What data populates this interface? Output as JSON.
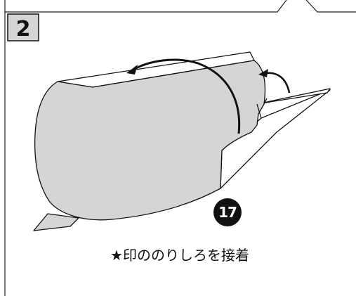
{
  "step": {
    "number": "2"
  },
  "part": {
    "number": "17"
  },
  "caption": {
    "text": "★印ののりしろを接着"
  },
  "colors": {
    "part_fill": "#d5d5d5",
    "stroke": "#111111",
    "badge_fill": "#111111",
    "step_box_fill": "#d5d5d5",
    "background": "#ffffff"
  },
  "icons": {
    "fold_arrow_large": "curved-arrow-left-icon",
    "fold_arrow_small": "curved-arrow-left-small-icon"
  }
}
